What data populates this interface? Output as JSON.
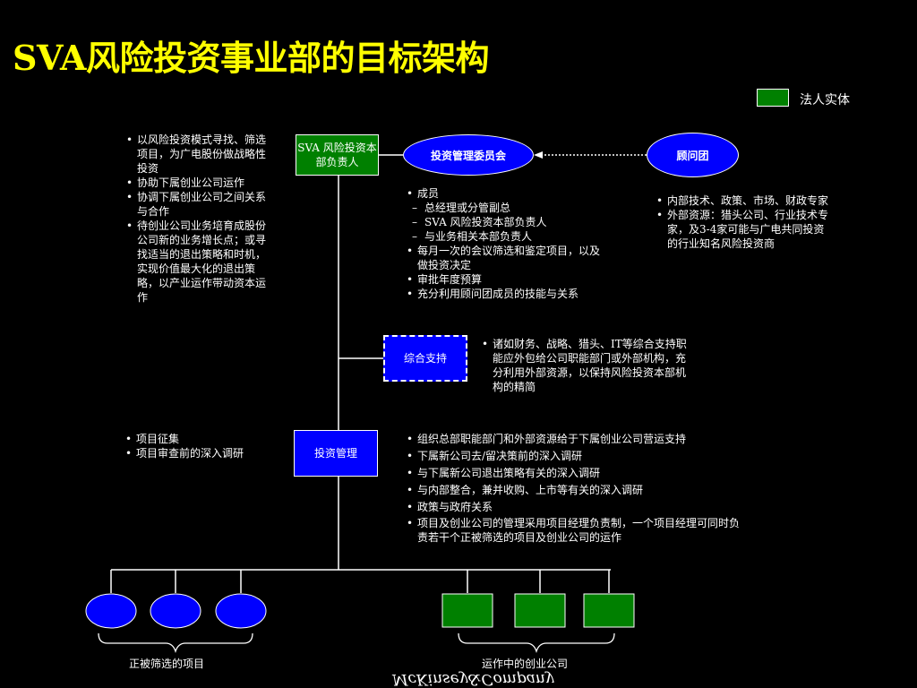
{
  "title": "SVA风险投资事业部的目标架构",
  "legend": {
    "label": "法人实体",
    "color": "#008000"
  },
  "nodes": {
    "head": "SVA 风险投资本部负责人",
    "committee": "投资管理委员会",
    "advisors": "顾问团",
    "support": "综合支持",
    "investment_mgmt": "投资管理"
  },
  "left_bullets": [
    "以风险投资模式寻找、筛选项目，为广电股份做战略性投资",
    "协助下属创业公司运作",
    "协调下属创业公司之间关系与合作",
    "待创业公司业务培育成股份公司新的业务增长点；或寻找适当的退出策略和时机，实现价值最大化的退出策略，以产业运作带动资本运作"
  ],
  "committee_bullets": [
    {
      "text": "成员",
      "level": 0
    },
    {
      "text": "总经理或分管副总",
      "level": 1
    },
    {
      "text": "SVA 风险投资本部负责人",
      "level": 1
    },
    {
      "text": "与业务相关本部负责人",
      "level": 1
    },
    {
      "text": "每月一次的会议筛选和鉴定项目，以及做投资决定",
      "level": 0
    },
    {
      "text": "审批年度预算",
      "level": 0
    },
    {
      "text": "充分利用顾问团成员的技能与关系",
      "level": 0
    }
  ],
  "advisor_bullets": [
    "内部技术、政策、市场、财政专家",
    "外部资源：猎头公司、行业技术专家，及3-4家可能与广电共同投资的行业知名风险投资商"
  ],
  "support_bullets": [
    "诸如财务、战略、猎头、IT等综合支持职能应外包给公司职能部门或外部机构，充分利用外部资源，以保持风险投资本部机构的精简"
  ],
  "invest_left_bullets": [
    "项目征集",
    "项目审查前的深入调研"
  ],
  "invest_right_bullets": [
    "组织总部职能部门和外部资源给于下属创业公司营运支持",
    "下属新公司去/留决策前的深入调研",
    "与下属新公司退出策略有关的深入调研",
    "与内部整合，兼并收购、上市等有关的深入调研",
    "政策与政府关系",
    "项目及创业公司的管理采用项目经理负责制，一个项目经理可同时负责若干个正被筛选的项目及创业公司的运作"
  ],
  "bottom": {
    "left_caption": "正被筛选的项目",
    "right_caption": "运作中的创业公司"
  },
  "footer": "McKinsey&Company",
  "colors": {
    "title": "#ffff00",
    "blue": "#0000ff",
    "green": "#008000",
    "background": "#000000"
  }
}
